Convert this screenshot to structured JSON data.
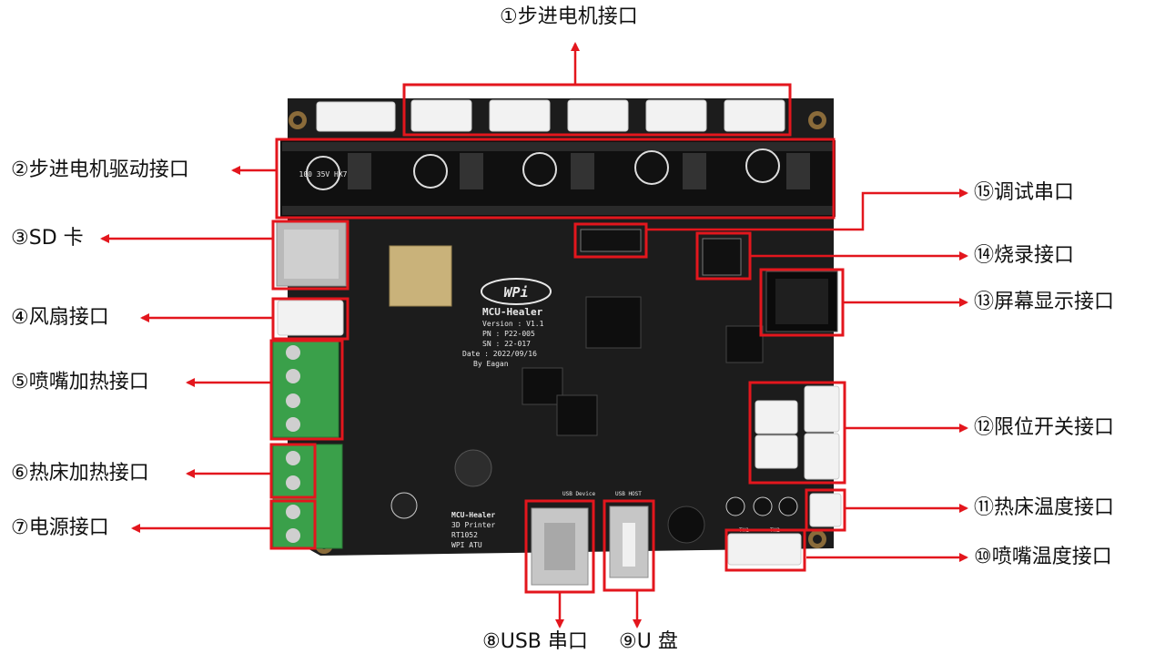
{
  "labels": {
    "l1": "①步进电机接口",
    "l2": "②步进电机驱动接口",
    "l3": "③SD 卡",
    "l4": "④风扇接口",
    "l5": "⑤喷嘴加热接口",
    "l6": "⑥热床加热接口",
    "l7": "⑦电源接口",
    "l8": "⑧USB 串口",
    "l9": "⑨U 盘",
    "l10": "⑩喷嘴温度接口",
    "l11": "⑪热床温度接口",
    "l12": "⑫限位开关接口",
    "l13": "⑬屏幕显示接口",
    "l14": "⑭烧录接口",
    "l15": "⑮调试串口"
  },
  "board": {
    "logo": "WPi",
    "name": "MCU-Healer",
    "version": "Version : V1.1",
    "pn": "PN : P22-005",
    "sn": "SN : 22-017",
    "date": "Date : 2022/09/16",
    "by": "By Eagan",
    "bottom_lines": [
      "MCU-Healer",
      "3D Printer",
      "RT1052",
      "WPI ATU"
    ],
    "usb_device": "USB Device",
    "usb_host": "USB HOST",
    "capacitor": "100 35V HX7",
    "th1": "TH1",
    "th2": "TH2"
  },
  "colors": {
    "board": "#1c1c1c",
    "highlight": "#e3161d",
    "terminal": "#3aa04a"
  }
}
